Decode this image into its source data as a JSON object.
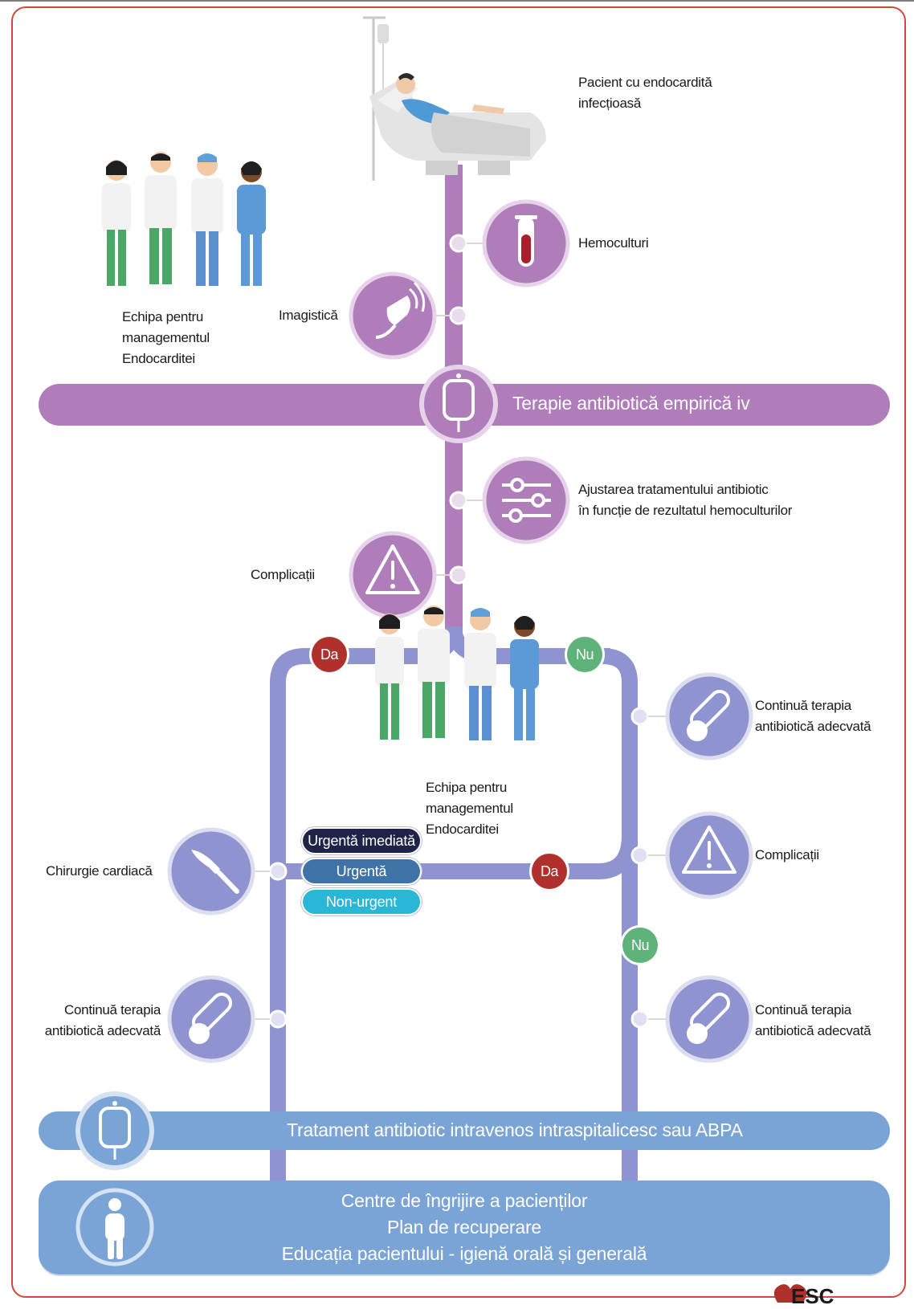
{
  "labels": {
    "patient": [
      "Pacient cu endocardită",
      "infecțioasă"
    ],
    "hemoculturi": "Hemoculturi",
    "imagistica": "Imagistică",
    "team_top": [
      "Echipa pentru",
      "managementul",
      "Endocarditei"
    ],
    "empiric_banner": "Terapie antibiotică empirică iv",
    "ajustare": [
      "Ajustarea tratamentului antibiotic",
      "în funcție de rezultatul hemoculturilor"
    ],
    "complicatii_left": "Complicații",
    "team_mid": [
      "Echipa pentru",
      "managementul",
      "Endocarditei"
    ],
    "continue_right_1": [
      "Continuă terapia",
      "antibiotică adecvată"
    ],
    "complicatii_right": "Complicații",
    "chirurgie": "Chirurgie cardiacă",
    "continue_left": [
      "Continuă terapia",
      "antibiotică adecvată"
    ],
    "continue_right_2": [
      "Continuă terapia",
      "antibiotică adecvată"
    ],
    "iv_banner": "Tratament antibiotic intravenos intraspitalicesc sau ABPA",
    "final": [
      "Centre de îngrijire a pacienților",
      "Plan de recuperare",
      "Educația pacientului - igienă orală și generală"
    ],
    "logo": "ESC"
  },
  "badges": {
    "da_top": "Da",
    "nu_top": "Nu",
    "da_mid": "Da",
    "nu_mid": "Nu"
  },
  "urgency": {
    "immediate": "Urgentă imediată",
    "urgent": "Urgentă",
    "non_urgent": "Non-urgent"
  },
  "colors": {
    "purple": "#b07dbb",
    "purple_light": "#cfa9d6",
    "blue": "#8f94d0",
    "blue_dark": "#7b80c4",
    "banner_blue": "#7aa4d6",
    "da": "#b0302c",
    "nu": "#5fb27a",
    "pill_immediate": "#1e2448",
    "pill_urgent": "#3f73a8",
    "pill_nonurgent": "#2ab6d6"
  },
  "icons": [
    "iv-bag-icon",
    "test-tube-icon",
    "ultrasound-probe-icon",
    "sliders-icon",
    "warning-icon",
    "pill-icon",
    "scalpel-icon",
    "person-icon",
    "hospital-bed-icon",
    "medical-team-icon"
  ]
}
